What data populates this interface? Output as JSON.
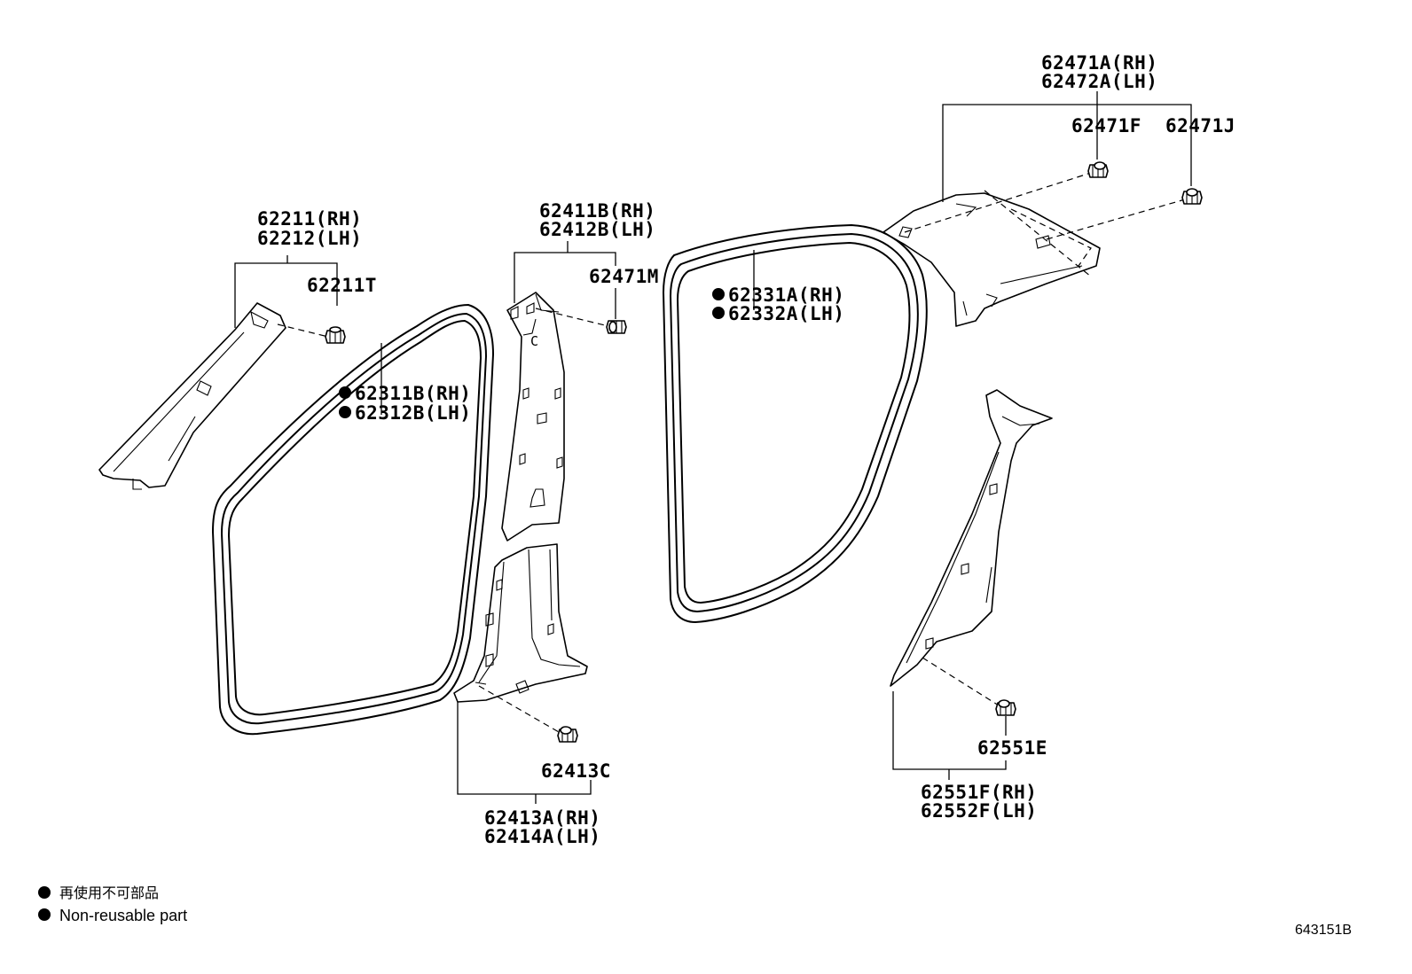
{
  "callouts": {
    "a_pillar_rh": "62211(RH)",
    "a_pillar_lh": "62212(LH)",
    "a_pillar_clip": "62211T",
    "front_seal_rh": "62311B(RH)",
    "front_seal_lh": "62312B(LH)",
    "b_upper_rh": "62411B(RH)",
    "b_upper_lh": "62412B(LH)",
    "b_upper_clip": "62471M",
    "b_lower_clip": "62413C",
    "b_lower_rh": "62413A(RH)",
    "b_lower_lh": "62414A(LH)",
    "rear_seal_rh": "62331A(RH)",
    "rear_seal_lh": "62332A(LH)",
    "roof_side_rh": "62471A(RH)",
    "roof_side_lh": "62472A(LH)",
    "roof_clip_f": "62471F",
    "roof_clip_j": "62471J",
    "quarter_clip": "62551E",
    "quarter_rh": "62551F(RH)",
    "quarter_lh": "62552F(LH)",
    "letter_c": "C"
  },
  "legend": {
    "japanese": "再使用不可部品",
    "english": "Non-reusable part"
  },
  "figure_code": "643151B",
  "icons": {
    "bullet": "filled-circle",
    "clip": "clip-icon"
  }
}
